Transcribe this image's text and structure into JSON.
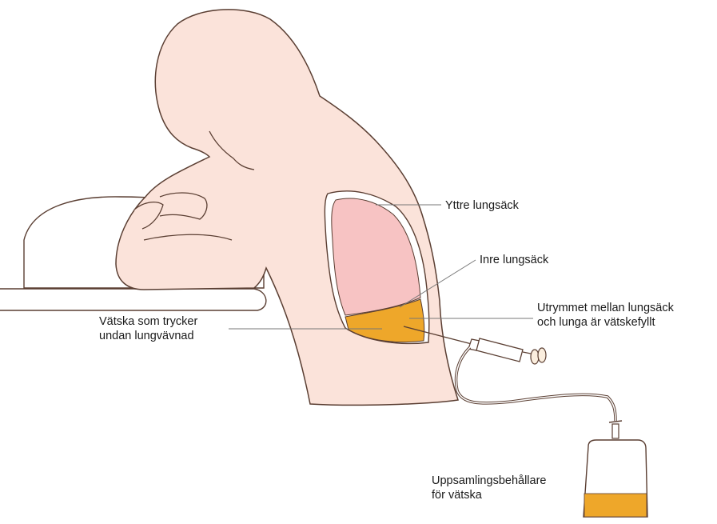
{
  "labels": {
    "outer_pleura": "Yttre lungsäck",
    "inner_pleura": "Inre lungsäck",
    "space_line1": "Utrymmet mellan lungsäck",
    "space_line2": "och lunga är vätskefyllt",
    "fluid_line1": "Vätska som trycker",
    "fluid_line2": "undan lungvävnad",
    "bag_line1": "Uppsamlingsbehållare",
    "bag_line2": "för vätska"
  },
  "colors": {
    "skin": "#fbe3da",
    "outline": "#5a3e32",
    "lung": "#f7c3c3",
    "fluid": "#eea72a",
    "leader": "#777777"
  }
}
